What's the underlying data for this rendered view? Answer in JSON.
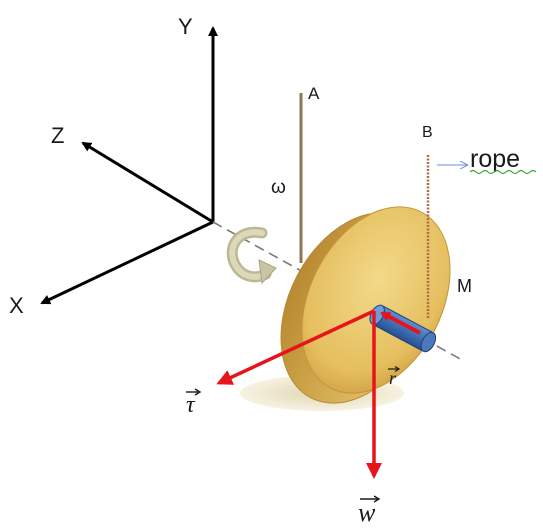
{
  "axes": {
    "y_label": "Y",
    "z_label": "Z",
    "x_label": "X"
  },
  "labels": {
    "rope_a": "A",
    "rope_b": "B",
    "rope_callout": "rope",
    "omega": "ω",
    "mass": "M",
    "torque": "τ",
    "weight": "w",
    "radius": "r"
  },
  "colors": {
    "disk": "#e8c46a",
    "vector": "#e8141c",
    "axle": "#3d6fb5",
    "rotation_arrow": "#c9c5a4",
    "rope_b": "#b06b4a",
    "rope_a": "#8a7a4a"
  }
}
